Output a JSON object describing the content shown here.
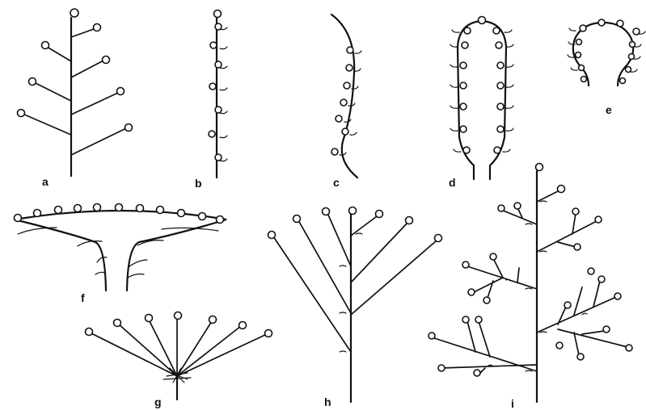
{
  "figure": {
    "panels": [
      {
        "id": "a",
        "label": "a"
      },
      {
        "id": "b",
        "label": "b"
      },
      {
        "id": "c",
        "label": "c"
      },
      {
        "id": "d",
        "label": "d"
      },
      {
        "id": "e",
        "label": "e"
      },
      {
        "id": "f",
        "label": "f"
      },
      {
        "id": "g",
        "label": "g"
      },
      {
        "id": "h",
        "label": "h"
      },
      {
        "id": "i",
        "label": "i"
      }
    ]
  }
}
